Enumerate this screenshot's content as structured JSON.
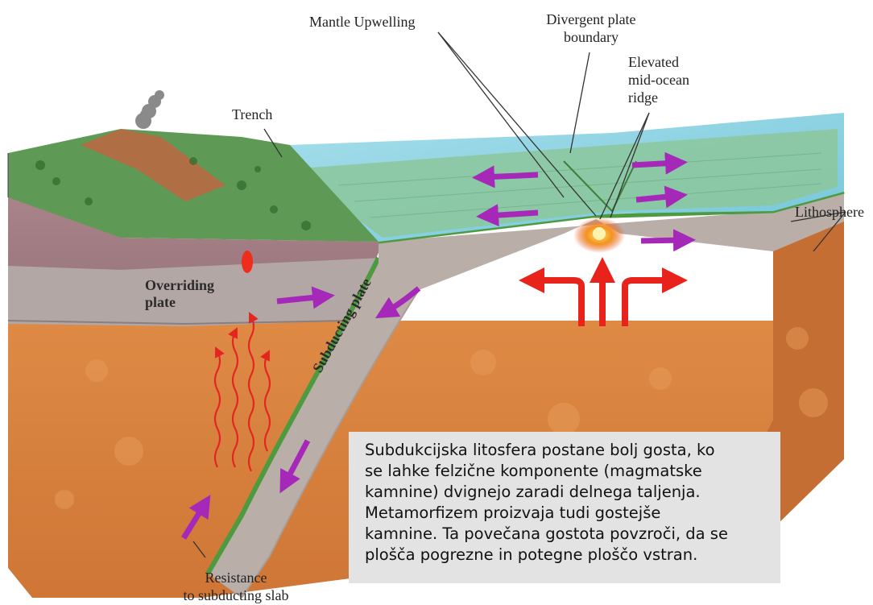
{
  "labels": {
    "mantle_upwelling": "Mantle Upwelling",
    "divergent_line1": "Divergent plate",
    "divergent_line2": "boundary",
    "elevated_line1": "Elevated",
    "elevated_line2": "mid-ocean",
    "elevated_line3": "ridge",
    "trench": "Trench",
    "lithosphere": "Lithosphere",
    "overriding_line1": "Overriding",
    "overriding_line2": "plate",
    "subducting_plate": "Subducting plate",
    "resistance_line1": "Resistance",
    "resistance_line2": "to subducting slab"
  },
  "callout": {
    "lines": [
      "Subdukcijska litosfera postane bolj gosta, ko",
      "se lahke felzične komponente (magmatske",
      "kamnine) dvignejo zaradi delnega taljenja.",
      "Metamorfizem proizvaja tudi gostejše",
      "kamnine. Ta povečana gostota povzroči, da se",
      "plošča pogrezne in potegne ploščo vstran."
    ]
  },
  "colors": {
    "mantle": "#d9803c",
    "plate_gray": "#b7aba4",
    "crust_mauve": "#a27f86",
    "ocean": "#8fd3e3",
    "seafloor_green": "#89c49a",
    "land_green": "#5e9a55",
    "arrow_purple": "#a528b9",
    "heat_red": "#e8231c",
    "callout_bg": "#e3e3e3"
  }
}
